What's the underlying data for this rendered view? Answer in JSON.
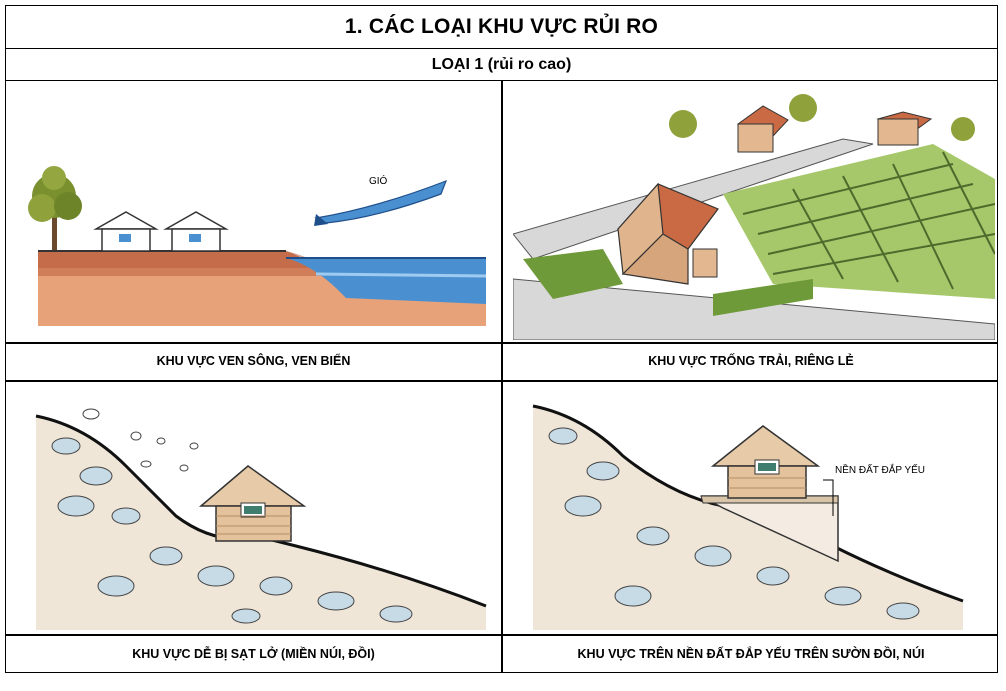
{
  "title": "1.  CÁC LOẠI KHU VỰC RỦI RO",
  "subtitle": "LOẠI 1 (rủi ro cao)",
  "panels": [
    {
      "caption": "KHU VỰC VEN SÔNG, VEN BIỂN",
      "label": "GIÓ"
    },
    {
      "caption": "KHU VỰC TRỐNG TRẢI, RIÊNG LẺ"
    },
    {
      "caption": "KHU VỰC DỄ BỊ SẠT LỞ (MIỀN NÚI, ĐỒI)"
    },
    {
      "caption": "KHU VỰC TRÊN NỀN ĐẤT ĐẮP YẾU TRÊN SƯỜN ĐỒI, NÚI",
      "label": "NỀN ĐẤT ĐẮP YẾU"
    }
  ]
}
